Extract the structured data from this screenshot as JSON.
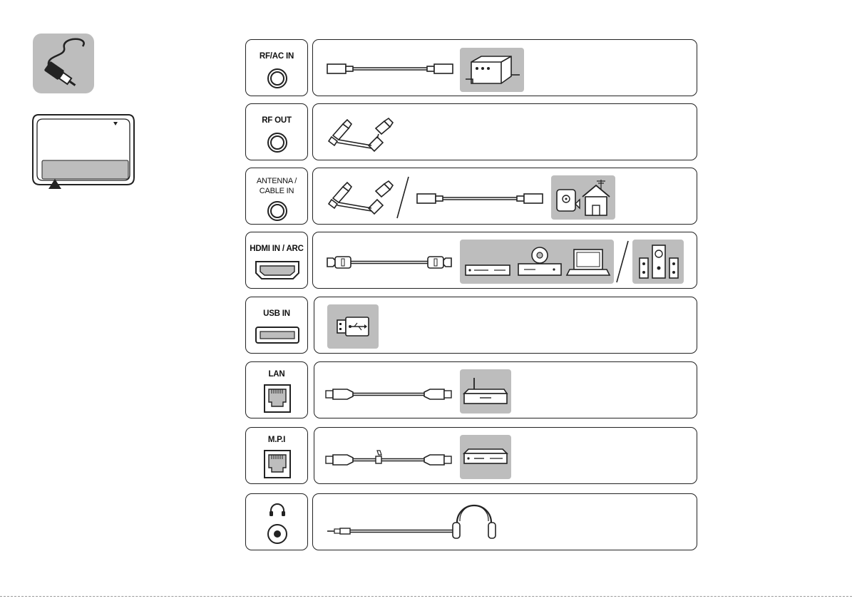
{
  "ports": [
    {
      "id": "rf-ac-in",
      "label": "RF/AC IN"
    },
    {
      "id": "rf-out",
      "label": "RF OUT"
    },
    {
      "id": "antenna-cable-in",
      "label_line1": "ANTENNA /",
      "label_line2": "CABLE IN"
    },
    {
      "id": "hdmi-in-arc",
      "label": "HDMI IN / ARC"
    },
    {
      "id": "usb-in",
      "label": "USB IN"
    },
    {
      "id": "lan",
      "label": "LAN"
    },
    {
      "id": "mpi",
      "label": "M.P.I"
    },
    {
      "id": "headphone",
      "label": ""
    }
  ],
  "icons": {
    "top_left": "cable-plug-icon",
    "tv_panel": "tv-back-panel-icon"
  },
  "colors": {
    "stroke": "#222222",
    "grey_fill": "#bdbdbd",
    "dark_grey": "#9e9e9e"
  }
}
